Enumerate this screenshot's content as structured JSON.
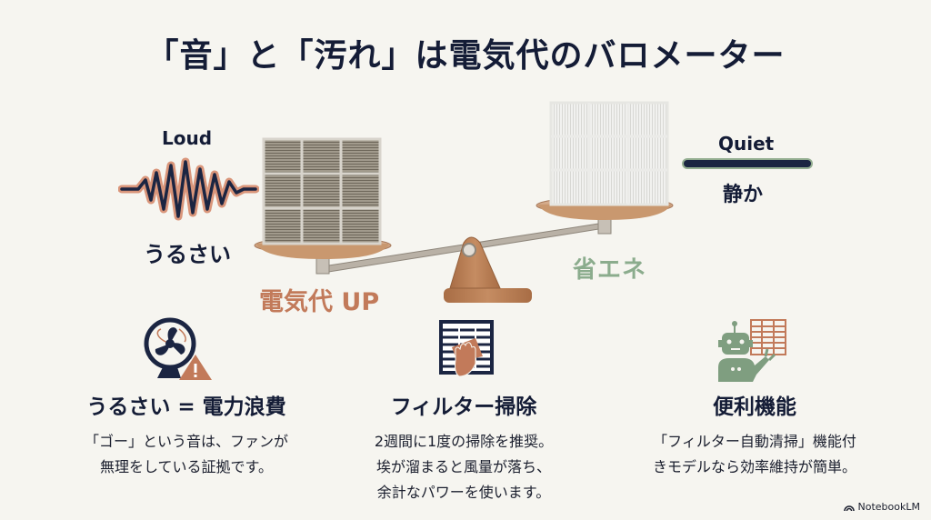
{
  "title": "「音」と「汚れ」は電気代のバロメーター",
  "scale": {
    "left": {
      "sound_label": "Loud",
      "sound_label_jp": "うるさい",
      "filter_state": "dirty",
      "result_label": "電気代 UP",
      "result_color": "#c27a5a"
    },
    "right": {
      "sound_label": "Quiet",
      "sound_label_jp": "静か",
      "filter_state": "clean",
      "result_label": "省エネ",
      "result_color": "#8bac8d"
    }
  },
  "columns": [
    {
      "icon": "fan-warning-icon",
      "title": "うるさい = 電力浪費",
      "lines": [
        "「ゴー」という音は、ファンが",
        "無理をしている証拠です。"
      ]
    },
    {
      "icon": "filter-cleaning-icon",
      "title": "フィルター掃除",
      "lines": [
        "2週間に1度の掃除を推奨。",
        "埃が溜まると風量が落ち、",
        "余計なパワーを使います。"
      ]
    },
    {
      "icon": "robot-filter-icon",
      "title": "便利機能",
      "lines": [
        "「フィルター自動清掃」機能付",
        "きモデルなら効率維持が簡単。"
      ]
    }
  ],
  "brand": "NotebookLM",
  "colors": {
    "background": "#f6f5f0",
    "navy": "#141c36",
    "terracotta": "#c27a5a",
    "sage": "#8bac8d",
    "wood": "#b07a52",
    "bronze": "#c9a07e"
  }
}
